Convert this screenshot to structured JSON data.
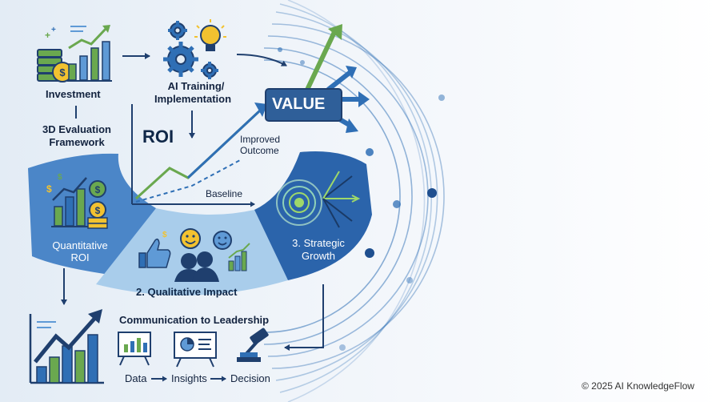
{
  "labels": {
    "investment": "Investment",
    "ai_training_line1": "AI Training/",
    "ai_training_line2": "Implementation",
    "framework_line1": "3D Evaluation",
    "framework_line2": "Framework",
    "roi": "ROI",
    "improved_line1": "Improved",
    "improved_line2": "Outcome",
    "baseline": "Baseline",
    "value": "VALUE",
    "quantitative_line1": "Quantitative",
    "quantitative_line2": "ROI",
    "qualitative": "2. Qualitative Impact",
    "strategic_line1": "3. Strategic",
    "strategic_line2": "Growth",
    "communication": "Communication to Leadership",
    "flow_data": "Data",
    "flow_insights": "Insights",
    "flow_decision": "Decision",
    "copyright": "© 2025 AI KnowledgeFlow"
  },
  "colors": {
    "navy": "#1f3f6e",
    "blue": "#2f6fb5",
    "light_blue": "#5f9ad6",
    "green": "#6aa84f",
    "gold": "#f2c230",
    "band_left": "#4b86c8",
    "band_middle": "#a9cdeb",
    "band_right": "#2b64ab"
  },
  "icons": [
    "coins-icon",
    "bar-chart-icon",
    "gear-icon",
    "lightbulb-icon",
    "line-chart-icon",
    "value-arrows-icon",
    "target-icon",
    "thumbs-up-icon",
    "smiley-icon",
    "people-icon",
    "easel-chart-icon",
    "easel-pie-icon",
    "gavel-icon"
  ]
}
